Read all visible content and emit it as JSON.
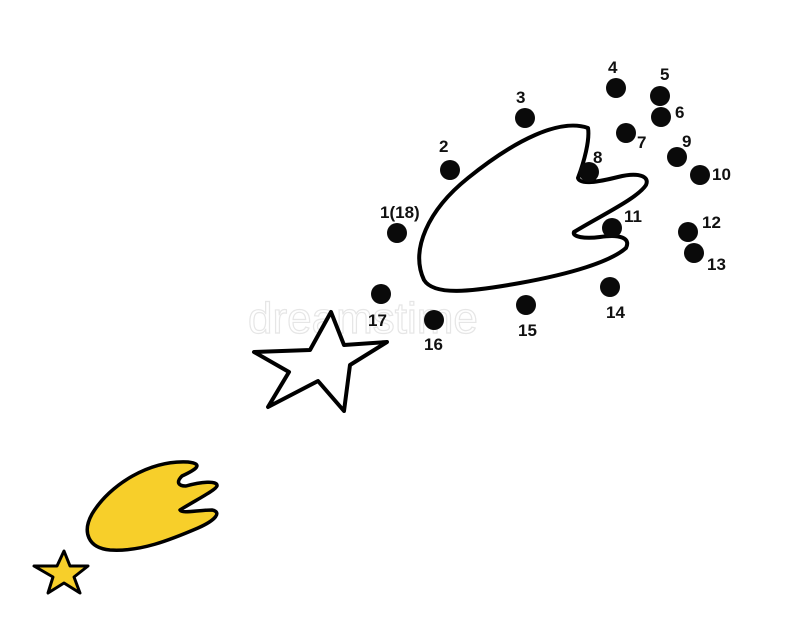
{
  "watermark": "dreamstime",
  "colors": {
    "outline": "#000000",
    "dot": "#0a0a0a",
    "comet_fill": "#f7cf2a",
    "star_fill": "#f7cf2a",
    "background": "#ffffff"
  },
  "dots": [
    {
      "label": "1(18)"
    },
    {
      "label": "2"
    },
    {
      "label": "3"
    },
    {
      "label": "4"
    },
    {
      "label": "5"
    },
    {
      "label": "6"
    },
    {
      "label": "7"
    },
    {
      "label": "8"
    },
    {
      "label": "9"
    },
    {
      "label": "10"
    },
    {
      "label": "11"
    },
    {
      "label": "12"
    },
    {
      "label": "13"
    },
    {
      "label": "14"
    },
    {
      "label": "15"
    },
    {
      "label": "16"
    },
    {
      "label": "17"
    }
  ]
}
